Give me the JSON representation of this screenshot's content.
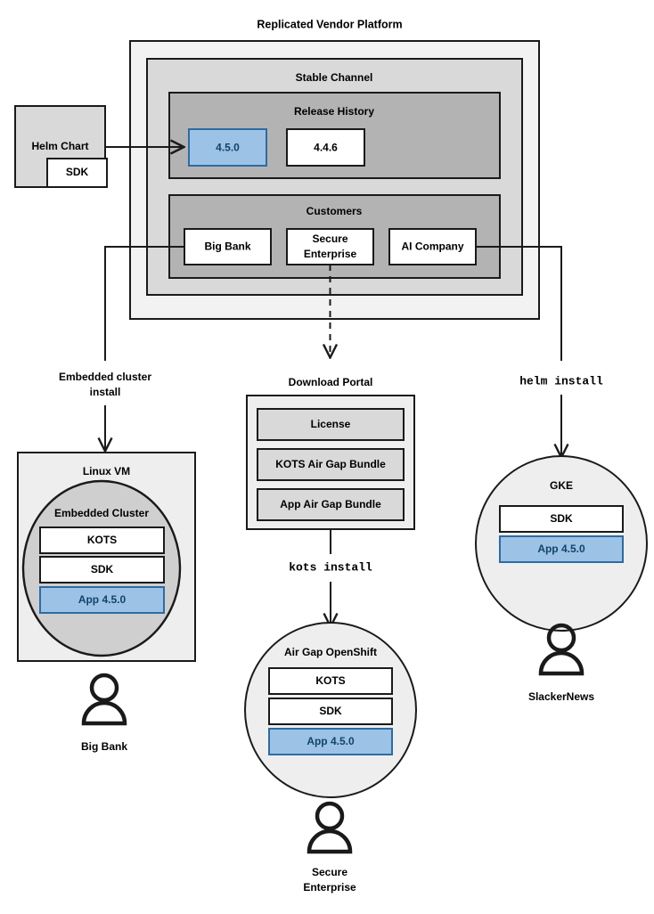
{
  "diagram": {
    "title": "Replicated Vendor Platform",
    "type": "architecture-flow"
  },
  "source": {
    "helm_chart": {
      "label": "Helm Chart",
      "sdk_label": "SDK"
    }
  },
  "platform": {
    "title": "Replicated Vendor Platform",
    "channel": {
      "title": "Stable Channel",
      "release_history": {
        "title": "Release History",
        "releases": [
          {
            "version": "4.5.0",
            "state": "current",
            "color": "#9cc3e5"
          },
          {
            "version": "4.4.6",
            "state": "previous",
            "color": "#ffffff"
          }
        ]
      },
      "customers": {
        "title": "Customers",
        "items": [
          {
            "name": "Big Bank"
          },
          {
            "name": "Secure\nEnterprise",
            "line1": "Secure",
            "line2": "Enterprise"
          },
          {
            "name": "AI Company"
          }
        ]
      }
    }
  },
  "edges": [
    {
      "from": "helm-chart",
      "to": "release-4.5.0",
      "label": "",
      "style": "solid"
    },
    {
      "from": "big-bank",
      "to": "linux-vm",
      "label": "Embedded cluster install",
      "style": "solid"
    },
    {
      "from": "secure-enterprise",
      "to": "download-portal",
      "label": "",
      "style": "dashed"
    },
    {
      "from": "ai-company",
      "to": "gke",
      "label": "helm install",
      "style": "solid"
    },
    {
      "from": "download-portal",
      "to": "air-gap-openshift",
      "label": "kots install",
      "style": "solid"
    }
  ],
  "labels": {
    "embedded_cluster_install_line1": "Embedded cluster",
    "embedded_cluster_install_line2": "install",
    "helm_install": "helm install",
    "kots_install": "kots install"
  },
  "targets": {
    "linux_vm": {
      "title": "Linux VM",
      "cluster_title": "Embedded Cluster",
      "components": [
        {
          "label": "KOTS",
          "highlight": false
        },
        {
          "label": "SDK",
          "highlight": false
        },
        {
          "label": "App 4.5.0",
          "highlight": true
        }
      ],
      "user": "Big Bank"
    },
    "download_portal": {
      "title": "Download Portal",
      "artifacts": [
        {
          "label": "License"
        },
        {
          "label": "KOTS Air Gap Bundle"
        },
        {
          "label": "App Air Gap Bundle"
        }
      ]
    },
    "air_gap_openshift": {
      "title": "Air Gap OpenShift",
      "components": [
        {
          "label": "KOTS",
          "highlight": false
        },
        {
          "label": "SDK",
          "highlight": false
        },
        {
          "label": "App 4.5.0",
          "highlight": true
        }
      ],
      "user_line1": "Secure",
      "user_line2": "Enterprise"
    },
    "gke": {
      "title": "GKE",
      "components": [
        {
          "label": "SDK",
          "highlight": false
        },
        {
          "label": "App 4.5.0",
          "highlight": true
        }
      ],
      "user": "SlackerNews"
    }
  },
  "colors": {
    "accent_blue_fill": "#9cc3e5",
    "accent_blue_stroke": "#2d6ca2",
    "accent_blue_text": "#12436b",
    "outer_gray": "#f2f2f2",
    "channel_gray": "#d9d9d9",
    "group_gray": "#b3b3b3",
    "cluster_gray": "#cfcfcf",
    "node_light": "#eeeeee",
    "line": "#1a1a1a"
  }
}
